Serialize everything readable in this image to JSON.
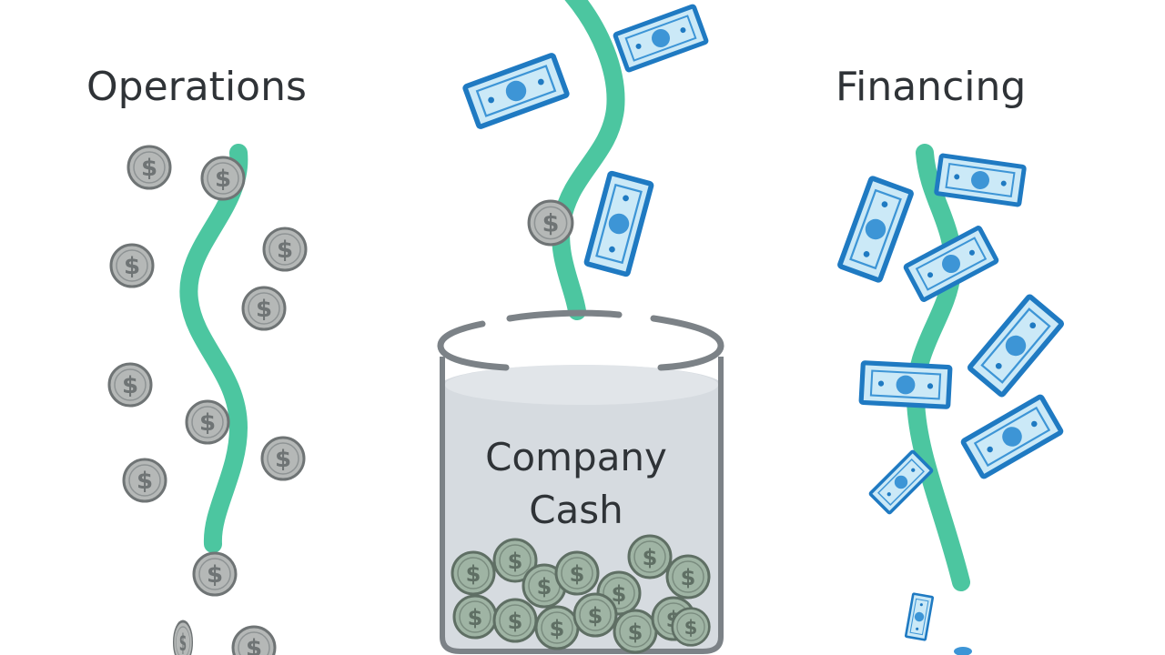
{
  "labels": {
    "operations": "Operations",
    "financing": "Financing",
    "jar_line1": "Company",
    "jar_line2": "Cash"
  },
  "icons": {
    "coin": "dollar-coin-icon",
    "bill": "dollar-bill-icon",
    "jar": "cash-jar-icon"
  },
  "colors": {
    "stream": "#4cc6a0",
    "coin_fill": "#b5b8b7",
    "coin_stroke": "#6f7475",
    "jar_coin_fill": "#9fb4a4",
    "bill_fill": "#cbe9f7",
    "bill_stroke": "#1f7ac2",
    "jar_outline": "#7c8287",
    "jar_liquid": "#d6dbe0",
    "text": "#2f3337"
  }
}
